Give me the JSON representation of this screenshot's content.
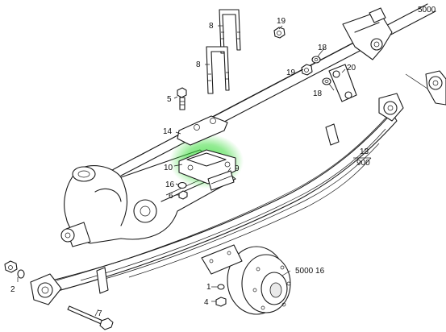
{
  "diagram": {
    "callouts": {
      "c8a": "8",
      "c8b": "8",
      "c19a": "19",
      "c19b": "19",
      "c18a": "18",
      "c18b": "18",
      "c20": "20",
      "c5": "5",
      "c14": "14",
      "c10": "10",
      "c9": "9",
      "c16": "16",
      "c6": "6",
      "c13_num": "13",
      "c13_den": "900",
      "c5000_top": "5000",
      "c5000_16": "5000 16",
      "c2": "2",
      "c7": "7",
      "c1": "1",
      "c4": "4"
    },
    "highlight_color": "#3ddc3d"
  }
}
